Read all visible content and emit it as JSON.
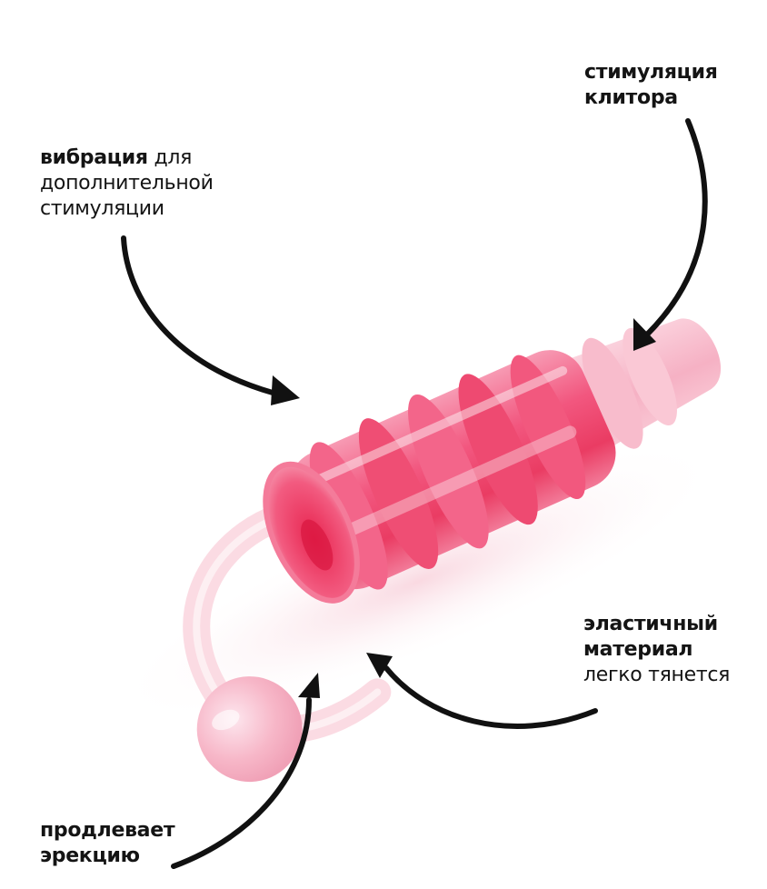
{
  "callouts": {
    "vibration": {
      "bold": "вибрация",
      "regular": " для",
      "line2": "дополнительной",
      "line3": "стимуляции"
    },
    "clitoral": {
      "line1": "стимуляция",
      "line2": "клитора"
    },
    "elastic": {
      "line1": "эластичный",
      "line2": "материал",
      "line3": "легко тянется"
    },
    "prolong": {
      "line1": "продлевает",
      "line2": "эрекцию"
    }
  },
  "icons": {
    "arrows": [
      "arrow-to-vibration",
      "arrow-to-tip",
      "arrow-to-material",
      "arrow-to-ring"
    ]
  },
  "colors": {
    "background": "#ffffff",
    "text": "#141414",
    "arrow": "#111111",
    "product_main": "#f2577f",
    "product_light": "#f9c2d2",
    "product_deep": "#e8244f"
  }
}
